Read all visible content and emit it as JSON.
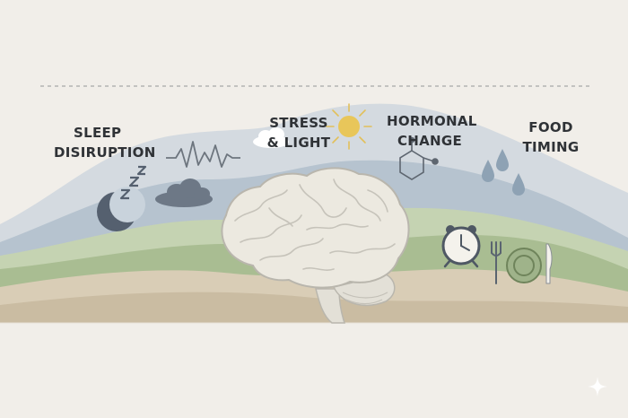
{
  "labels": {
    "sleep": {
      "line1": "SLEEP",
      "line2": "DISIRUPTION"
    },
    "stress": {
      "line1": "STRESS",
      "line2": "& LIGHT"
    },
    "hormonal": {
      "line1": "HORMONAL",
      "line2": "CHANGE"
    },
    "food": {
      "line1": "FOOD",
      "line2": "TIMING"
    }
  },
  "icons": [
    "crescent-moon-icon",
    "sleep-z-icon",
    "zigzag-wave-icon",
    "cloud-icon",
    "sun-icon",
    "molecule-icon",
    "water-drops-icon",
    "alarm-clock-icon",
    "fork-icon",
    "plate-icon",
    "knife-icon",
    "brain-icon",
    "sparkle-icon"
  ],
  "colors": {
    "background": "#f1eee9",
    "text": "#2f3236",
    "sky_blue": "#aebdcb",
    "sage_green": "#a9bd92",
    "sand": "#d9cdb6",
    "sun_yellow": "#e8c65a",
    "brain": "#ece9e0"
  }
}
